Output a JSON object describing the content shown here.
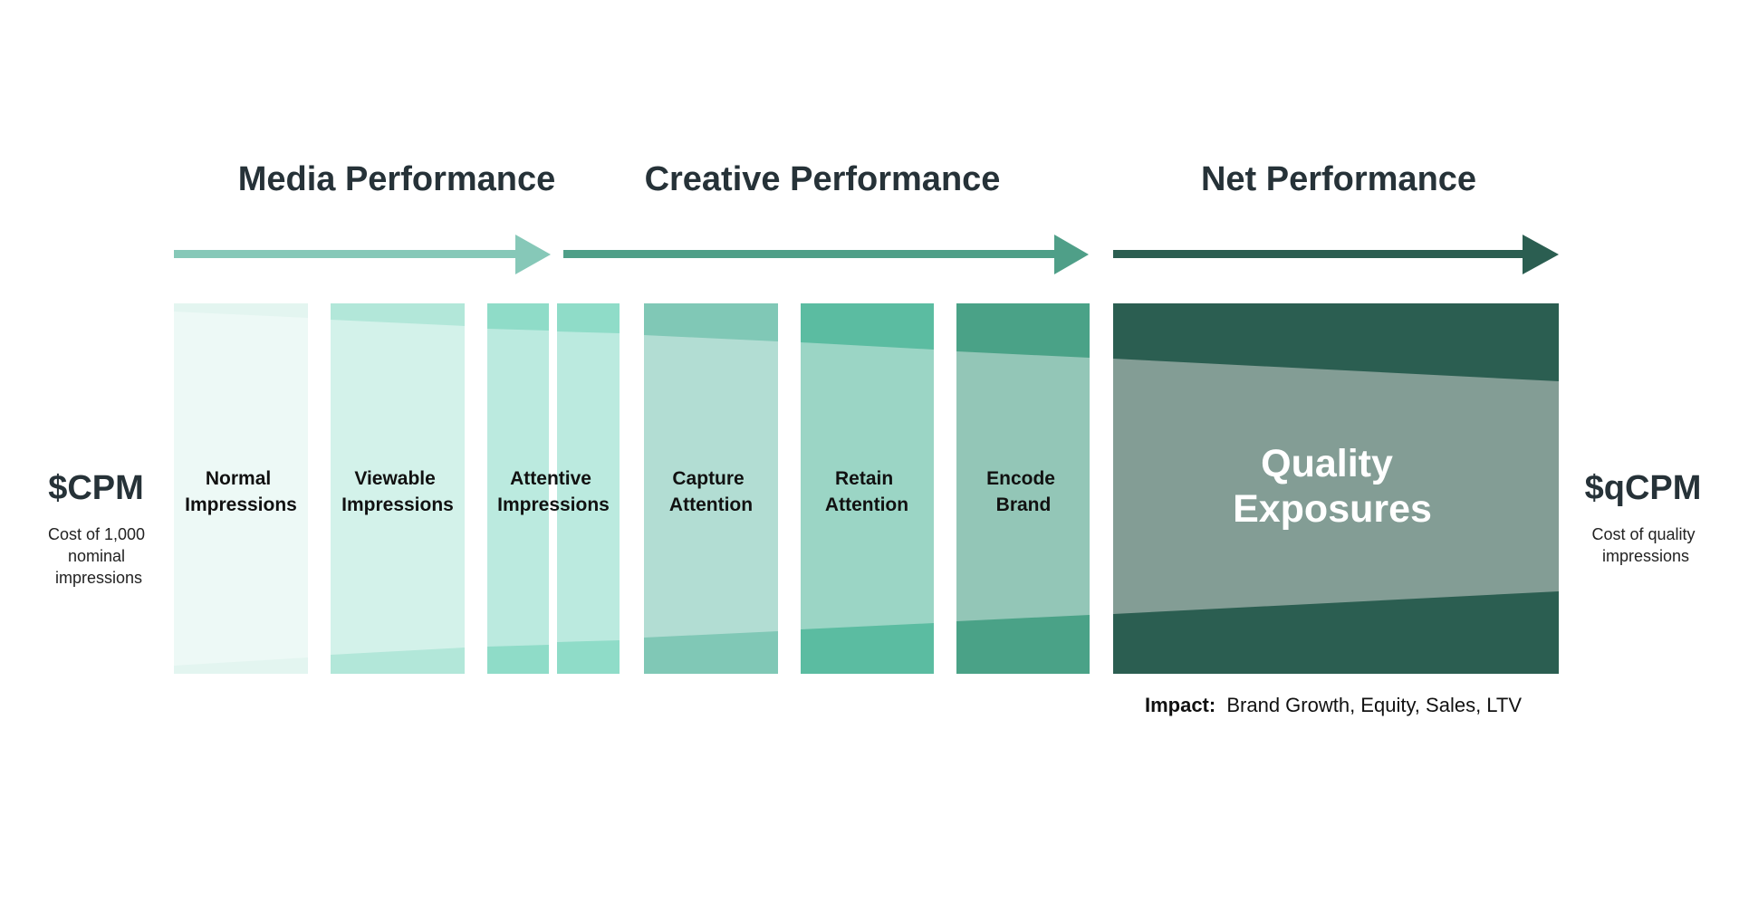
{
  "sections": [
    {
      "title": "Media Performance",
      "arrow_color": "#86c8b8"
    },
    {
      "title": "Creative Performance",
      "arrow_color": "#4f9f88"
    },
    {
      "title": "Net Performance",
      "arrow_color": "#2b5e51"
    }
  ],
  "left_metric": {
    "title": "$CPM",
    "caption": [
      "Cost of 1,000",
      "nominal",
      "impressions"
    ]
  },
  "right_metric": {
    "title": "$qCPM",
    "caption": [
      "Cost of quality",
      "impressions"
    ]
  },
  "stages": [
    {
      "label": [
        "Normal",
        "Impressions"
      ],
      "outer_color": "#e3f5f0",
      "inner_color": "#edf9f6"
    },
    {
      "label": [
        "Viewable",
        "Impressions"
      ],
      "outer_color": "#b2e7d9",
      "inner_color": "#d3f2ea"
    },
    {
      "label": [
        "Attentive",
        "Impressions"
      ],
      "outer_color": "#8fdcc8",
      "inner_color": "#bbeadf"
    },
    {
      "label": [
        "Capture",
        "Attention"
      ],
      "outer_color": "#80c8b6",
      "inner_color": "#b2ddd3"
    },
    {
      "label": [
        "Retain",
        "Attention"
      ],
      "outer_color": "#5bbca1",
      "inner_color": "#9bd5c5"
    },
    {
      "label": [
        "Encode",
        "Brand"
      ],
      "outer_color": "#4aa287",
      "inner_color": "#93c6b7"
    }
  ],
  "final_stage": {
    "label": [
      "Quality",
      "Exposures"
    ],
    "outer_color": "#2b5e51",
    "inner_color": "#839d95",
    "text_color": "#ffffff"
  },
  "impact": {
    "label": "Impact:",
    "text": "Brand Growth, Equity, Sales, LTV"
  }
}
